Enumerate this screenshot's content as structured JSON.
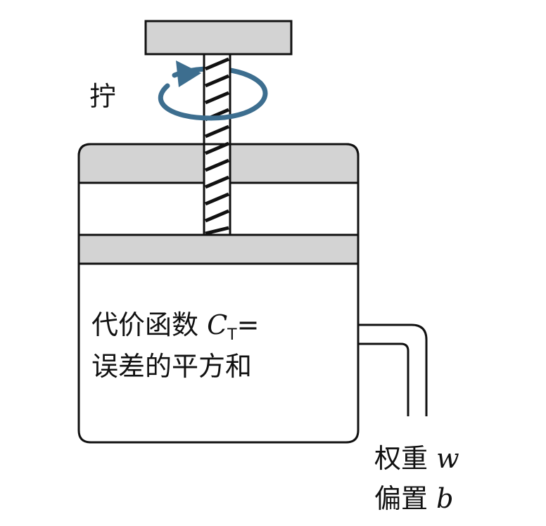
{
  "diagram": {
    "twist_label": "拧",
    "cost_line1_text": "代价函数 ",
    "cost_symbol": "C",
    "cost_subscript": "T",
    "cost_equals": "=",
    "cost_line2": "误差的平方和",
    "weight_text": "权重 ",
    "weight_symbol": "w",
    "bias_text": "偏置 ",
    "bias_symbol": "b"
  },
  "colors": {
    "plate_fill": "#d3d3d3",
    "outline": "#111111",
    "arrow": "#3d6e8f"
  }
}
